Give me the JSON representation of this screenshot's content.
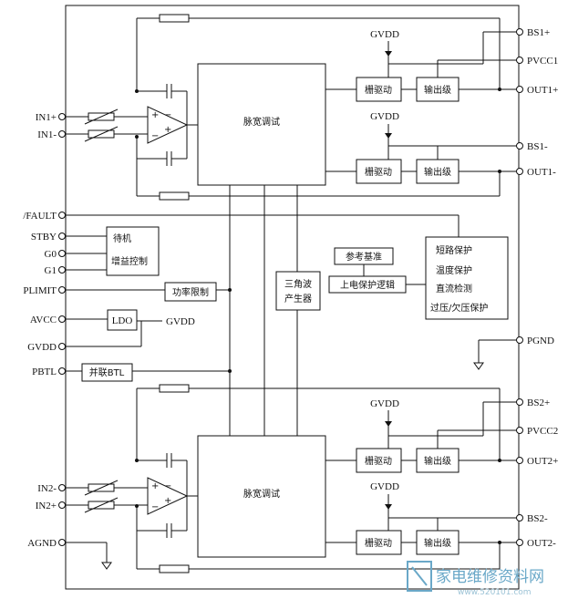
{
  "pins_left": {
    "in1p": "IN1+",
    "in1m": "IN1-",
    "fault": "/FAULT",
    "stby": "STBY",
    "g0": "G0",
    "g1": "G1",
    "plimit": "PLIMIT",
    "avcc": "AVCC",
    "gvdd": "GVDD",
    "pbtl": "PBTL",
    "in2m": "IN2-",
    "in2p": "IN2+",
    "agnd": "AGND"
  },
  "pins_right": {
    "bs1p": "BS1+",
    "pvcc1": "PVCC1",
    "out1p": "OUT1+",
    "bs1m": "BS1-",
    "out1m": "OUT1-",
    "pgnd": "PGND",
    "bs2p": "BS2+",
    "pvcc2": "PVCC2",
    "out2p": "OUT2+",
    "bs2m": "BS2-",
    "out2m": "OUT2-"
  },
  "blocks": {
    "pwm": "脉宽调试",
    "gate_driver": "栅驱动",
    "output_stage": "输出级",
    "standby": "待机",
    "gain_control": "增益控制",
    "power_limit": "功率限制",
    "ldo": "LDO",
    "ldo_out": "GVDD",
    "parallel_btl": "并联BTL",
    "triangle_line1": "三角波",
    "triangle_line2": "产生器",
    "reference": "参考基准",
    "power_on_protect": "上电保护逻辑",
    "short_protect": "短路保护",
    "temp_protect": "温度保护",
    "dc_detect": "直流检测",
    "ov_uv_protect": "过压/欠压保护",
    "gvdd_supply": "GVDD"
  },
  "watermark": {
    "text": "家电维修资料网",
    "url": "www.520101.com"
  }
}
